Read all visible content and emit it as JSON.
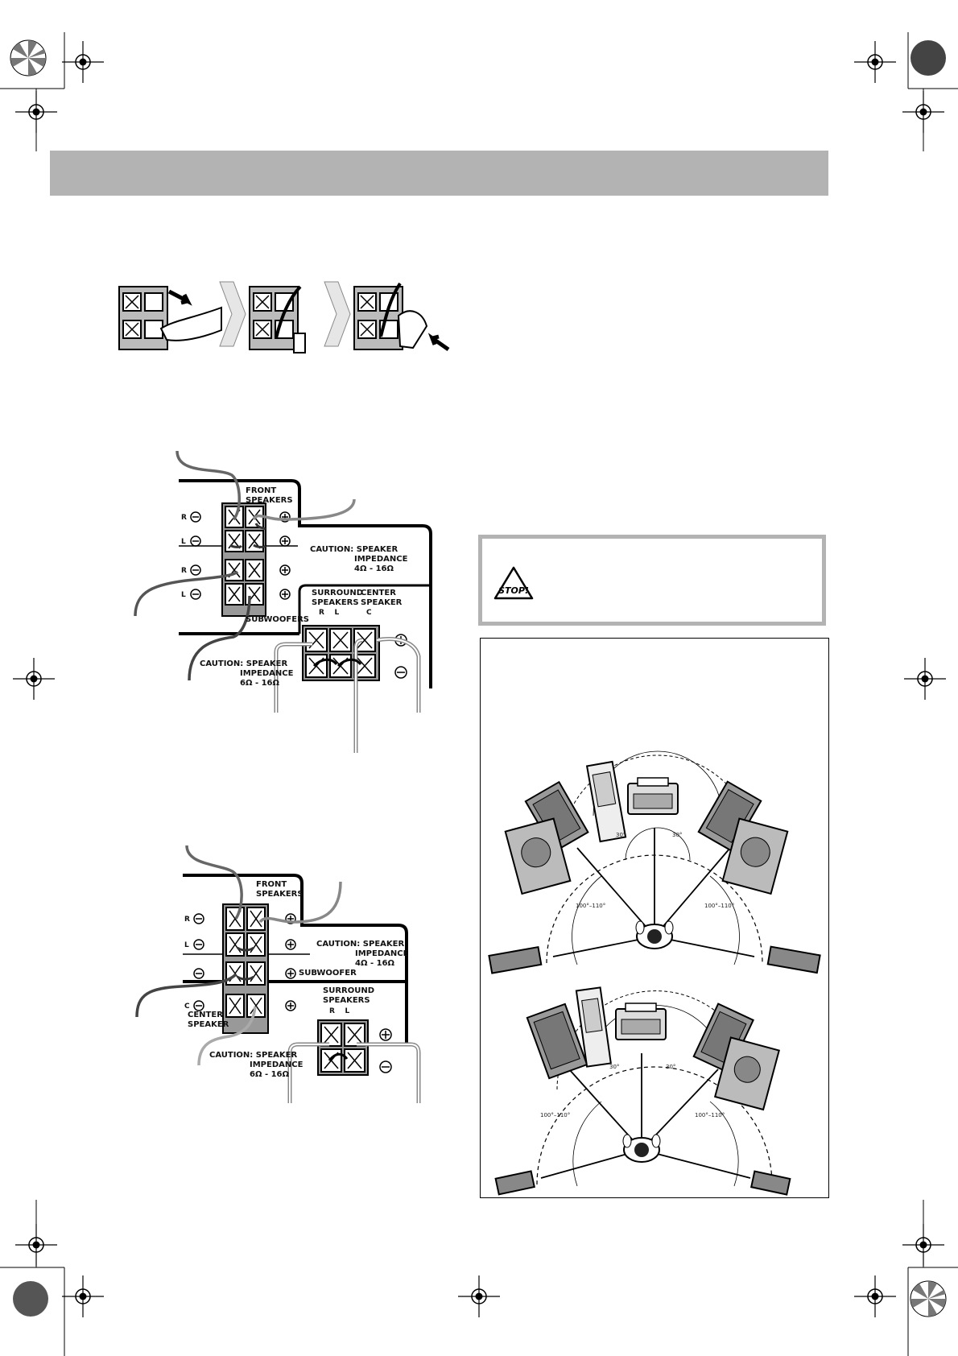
{
  "diagram_a": {
    "front_speakers": "FRONT\nSPEAKERS",
    "row_labels": [
      "R",
      "L",
      "R",
      "L"
    ],
    "caution_1": "CAUTION: SPEAKER",
    "caution_1b": "IMPEDANCE",
    "caution_1c": "4Ω - 16Ω",
    "subwoofers": "SUBWOOFERS",
    "surround": "SURROUND\nSPEAKERS",
    "surround_rl": "R    L",
    "center": "CENTER\nSPEAKER",
    "center_c": "C",
    "caution_2": "CAUTION: SPEAKER",
    "caution_2b": "IMPEDANCE",
    "caution_2c": "6Ω - 16Ω"
  },
  "diagram_b": {
    "front_speakers": "FRONT\nSPEAKERS",
    "row_labels": [
      "R",
      "L",
      "",
      "C"
    ],
    "caution_1": "CAUTION: SPEAKER",
    "caution_1b": "IMPEDANCE",
    "caution_1c": "4Ω - 16Ω",
    "subwoofer": "SUBWOOFER",
    "center": "CENTER\nSPEAKER",
    "surround": "SURROUND\nSPEAKERS",
    "surround_rl": "R    L",
    "caution_2": "CAUTION: SPEAKER",
    "caution_2b": "IMPEDANCE",
    "caution_2c": "6Ω - 16Ω"
  },
  "stop_icon_text": "STOP!",
  "layout_top": {
    "front_angle_left": "30°",
    "front_angle_right": "30°",
    "surround_angle_left": "100°–110°",
    "surround_angle_right": "100°–110°"
  },
  "layout_bottom": {
    "front_angle_left": "30°",
    "front_angle_right": "30°",
    "surround_angle_left": "100°–110°",
    "surround_angle_right": "100°–110°"
  },
  "colors": {
    "header_band": "#b3b3b3",
    "warning_border": "#b3b3b3"
  }
}
